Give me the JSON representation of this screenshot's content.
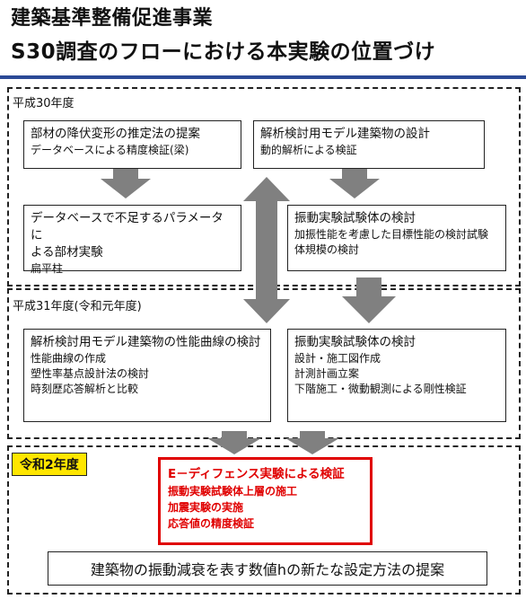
{
  "title": {
    "line1": "建築基準整備促進事業",
    "line2": "S30調査のフローにおける本実験の位置づけ"
  },
  "colors": {
    "title_rule": "#2b4a96",
    "arrow": "#808080",
    "highlight": "#e00000",
    "label_bg": "#ffe600"
  },
  "h30": {
    "label": "平成30年度",
    "box_parts": {
      "head": "部材の降伏変形の推定法の提案",
      "line1": "データベースによる精度検証(梁)"
    },
    "box_model": {
      "head": "解析検討用モデル建築物の設計",
      "line1": "動的解析による検証"
    },
    "box_members": {
      "head": "データベースで不足するパラメータに",
      "line1": "よる部材実験",
      "line2": "扁平柱"
    },
    "box_specimen": {
      "head": "振動実験試験体の検討",
      "line1": "加振性能を考慮した目標性能の検討試験",
      "line2": "体規模の検討"
    }
  },
  "h31": {
    "label": "平成31年度(令和元年度)",
    "box_perf": {
      "head": "解析検討用モデル建築物の性能曲線の検討",
      "line1": "性能曲線の作成",
      "line2": "塑性率基点設計法の検討",
      "line3": "時刻歴応答解析と比較"
    },
    "box_specimen": {
      "head": "振動実験試験体の検討",
      "line1": "設計・施工図作成",
      "line2": "計測計画立案",
      "line3": "下階施工・微動観測による剛性検証"
    }
  },
  "r2": {
    "label": "令和2年度",
    "box_edef": {
      "head": "E－ディフェンス実験による検証",
      "line1": "振動実験試験体上層の施工",
      "line2": "加震実験の実施",
      "line3": "応答値の精度検証"
    },
    "final": "建築物の振動減衰を表す数値hの新たな設定方法の提案"
  }
}
